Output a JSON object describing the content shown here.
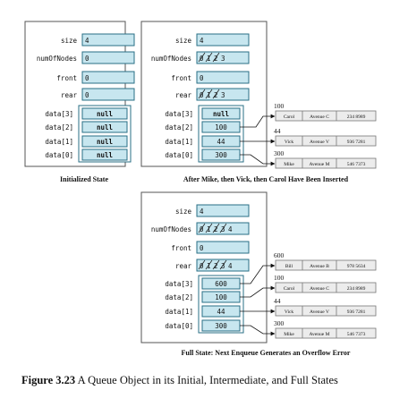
{
  "panels": [
    {
      "caption": "Initialized State",
      "fields": [
        {
          "name": "size",
          "value": "4",
          "crossed": []
        },
        {
          "name": "numOfNodes",
          "value": "0",
          "crossed": []
        },
        {
          "name": "front",
          "value": "0",
          "crossed": []
        },
        {
          "name": "rear",
          "value": "0",
          "crossed": []
        }
      ],
      "array": [
        {
          "name": "data[3]",
          "value": "null"
        },
        {
          "name": "data[2]",
          "value": "null"
        },
        {
          "name": "data[1]",
          "value": "null"
        },
        {
          "name": "data[0]",
          "value": "null"
        }
      ]
    },
    {
      "caption": "After Mike, then Vick, then Carol Have Been Inserted",
      "fields": [
        {
          "name": "size",
          "value": "4",
          "crossed": []
        },
        {
          "name": "numOfNodes",
          "value": "3",
          "crossed": [
            "0",
            "1",
            "2"
          ]
        },
        {
          "name": "front",
          "value": "0",
          "crossed": []
        },
        {
          "name": "rear",
          "value": "3",
          "crossed": [
            "0",
            "1",
            "2"
          ]
        }
      ],
      "array": [
        {
          "name": "data[3]",
          "value": "null"
        },
        {
          "name": "data[2]",
          "value": "100"
        },
        {
          "name": "data[1]",
          "value": "44"
        },
        {
          "name": "data[0]",
          "value": "300"
        }
      ],
      "nodes": [
        {
          "address": "100",
          "name": "Carol",
          "street": "Avenue C",
          "phone": "234 8989"
        },
        {
          "address": "44",
          "name": "Vick",
          "street": "Avenue V",
          "phone": "936 7281"
        },
        {
          "address": "300",
          "name": "Mike",
          "street": "Avenue M",
          "phone": "546 7373"
        }
      ]
    },
    {
      "caption": "Full State: Next Enqueue Generates an Overflow Error",
      "fields": [
        {
          "name": "size",
          "value": "4",
          "crossed": []
        },
        {
          "name": "numOfNodes",
          "value": "4",
          "crossed": [
            "0",
            "1",
            "2",
            "3"
          ]
        },
        {
          "name": "front",
          "value": "0",
          "crossed": []
        },
        {
          "name": "rear",
          "value": "4",
          "crossed": [
            "0",
            "1",
            "2",
            "3"
          ]
        }
      ],
      "array": [
        {
          "name": "data[3]",
          "value": "600"
        },
        {
          "name": "data[2]",
          "value": "100"
        },
        {
          "name": "data[1]",
          "value": "44"
        },
        {
          "name": "data[0]",
          "value": "300"
        }
      ],
      "nodes": [
        {
          "address": "600",
          "name": "Bill",
          "street": "Avenue B",
          "phone": "978 5634"
        },
        {
          "address": "100",
          "name": "Carol",
          "street": "Avenue C",
          "phone": "234 8989"
        },
        {
          "address": "44",
          "name": "Vick",
          "street": "Avenue V",
          "phone": "936 7281"
        },
        {
          "address": "300",
          "name": "Mike",
          "street": "Avenue M",
          "phone": "546 7373"
        }
      ]
    }
  ],
  "figure": {
    "label": "Figure 3.23",
    "title": "A Queue Object in its Initial, Intermediate, and Full States"
  },
  "colors": {
    "box_fill": "#c7e6ef",
    "box_stroke": "#2a6f86",
    "panel_stroke": "#555555",
    "node_fill": "#ececec"
  }
}
